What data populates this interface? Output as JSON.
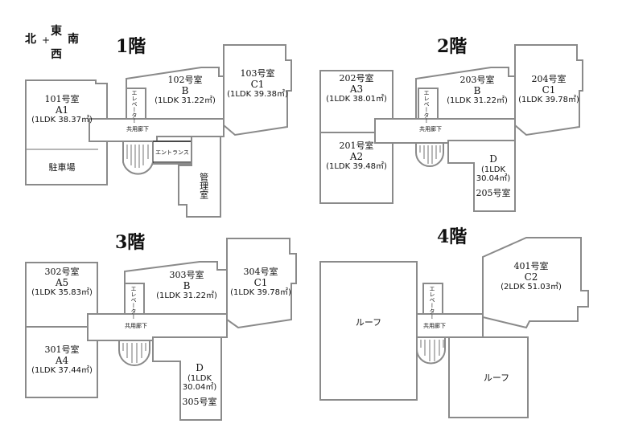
{
  "compass": {
    "north": "北",
    "east": "東",
    "south": "南",
    "west": "西",
    "plus": "+"
  },
  "floors": {
    "f1": {
      "title": "1階",
      "r101": {
        "name": "101号室",
        "type": "A1",
        "plan": "(1LDK 38.37㎡)"
      },
      "r102": {
        "name": "102号室",
        "type": "B",
        "plan": "(1LDK 31.22㎡)"
      },
      "r103": {
        "name": "103号室",
        "type": "C1",
        "plan": "(1LDK 39.38㎡)"
      },
      "parking": "駐車場",
      "entrance": "エントランス",
      "office": "管理室",
      "corridor": "共用廊下",
      "elevator": "エレベーター"
    },
    "f2": {
      "title": "2階",
      "r202": {
        "name": "202号室",
        "type": "A3",
        "plan": "(1LDK 38.01㎡)"
      },
      "r203": {
        "name": "203号室",
        "type": "B",
        "plan": "(1LDK 31.22㎡)"
      },
      "r204": {
        "name": "204号室",
        "type": "C1",
        "plan": "(1LDK 39.78㎡)"
      },
      "r201": {
        "name": "201号室",
        "type": "A2",
        "plan": "(1LDK 39.48㎡)"
      },
      "r205": {
        "name": "205号室",
        "type": "D",
        "plan1": "(1LDK",
        "plan2": "30.04㎡)"
      },
      "corridor": "共用廊下",
      "elevator": "エレベーター"
    },
    "f3": {
      "title": "3階",
      "r302": {
        "name": "302号室",
        "type": "A5",
        "plan": "(1LDK 35.83㎡)"
      },
      "r303": {
        "name": "303号室",
        "type": "B",
        "plan": "(1LDK 31.22㎡)"
      },
      "r304": {
        "name": "304号室",
        "type": "C1",
        "plan": "(1LDK 39.78㎡)"
      },
      "r301": {
        "name": "301号室",
        "type": "A4",
        "plan": "(1LDK 37.44㎡)"
      },
      "r305": {
        "name": "305号室",
        "type": "D",
        "plan1": "(1LDK",
        "plan2": "30.04㎡)"
      },
      "corridor": "共用廊下",
      "elevator": "エレベーター"
    },
    "f4": {
      "title": "4階",
      "r401": {
        "name": "401号室",
        "type": "C2",
        "plan": "(2LDK 51.03㎡)"
      },
      "roof": "ルーフ",
      "corridor": "共用廊下",
      "elevator": "エレベーター"
    }
  }
}
